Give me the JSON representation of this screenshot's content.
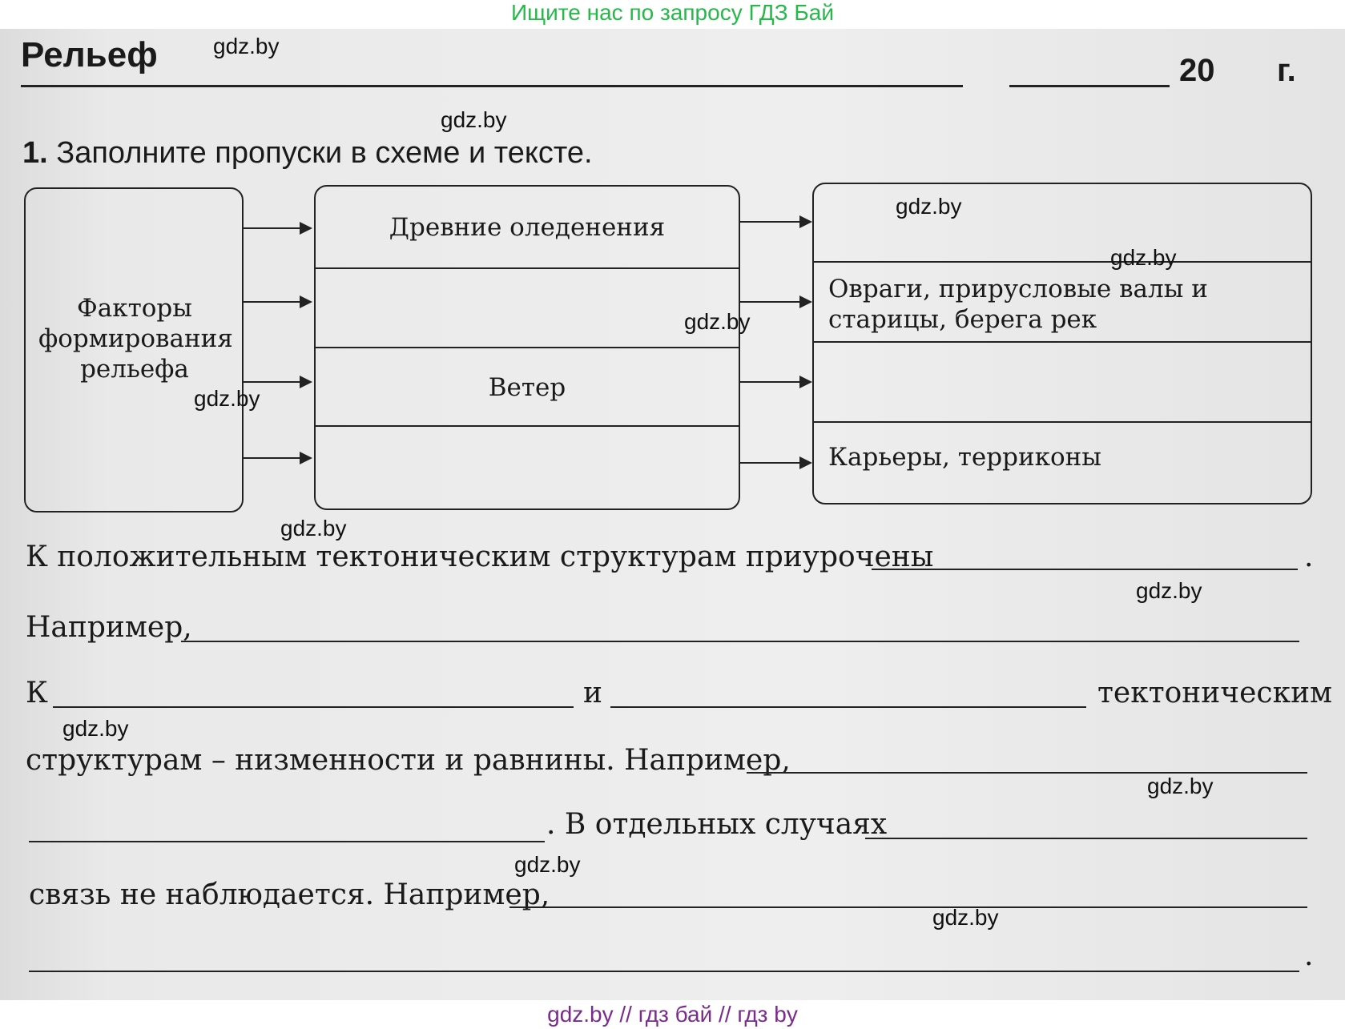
{
  "banner_top": "Ищите нас по запросу ГДЗ Бай",
  "banner_bottom": "gdz.by  //  гдз бай  //  гдз by",
  "watermark": "gdz.by",
  "header": {
    "title": "Рельеф",
    "year_prefix": "20",
    "year_suffix": "г."
  },
  "task": {
    "number": "1.",
    "text": "Заполните пропуски в схеме и тексте."
  },
  "scheme": {
    "factors_label": "Факторы формирования рельефа",
    "middle": [
      "Древние оледенения",
      "",
      "Ветер",
      ""
    ],
    "right": [
      "",
      "Овраги, прирусловые валы и старицы, берега рек",
      "",
      "Карьеры, терриконы"
    ]
  },
  "text": {
    "line1": "К положительным тектоническим структурам приурочены",
    "line1_end": ".",
    "line2": "Например,",
    "line3_start": "К",
    "line3_mid": "и",
    "line3_end": "тектоническим",
    "line4": "структурам – низменности и равнины. Например,",
    "line5": ". В отдельных случаях",
    "line6": "связь не наблюдается. Например,",
    "line7_end": "."
  }
}
